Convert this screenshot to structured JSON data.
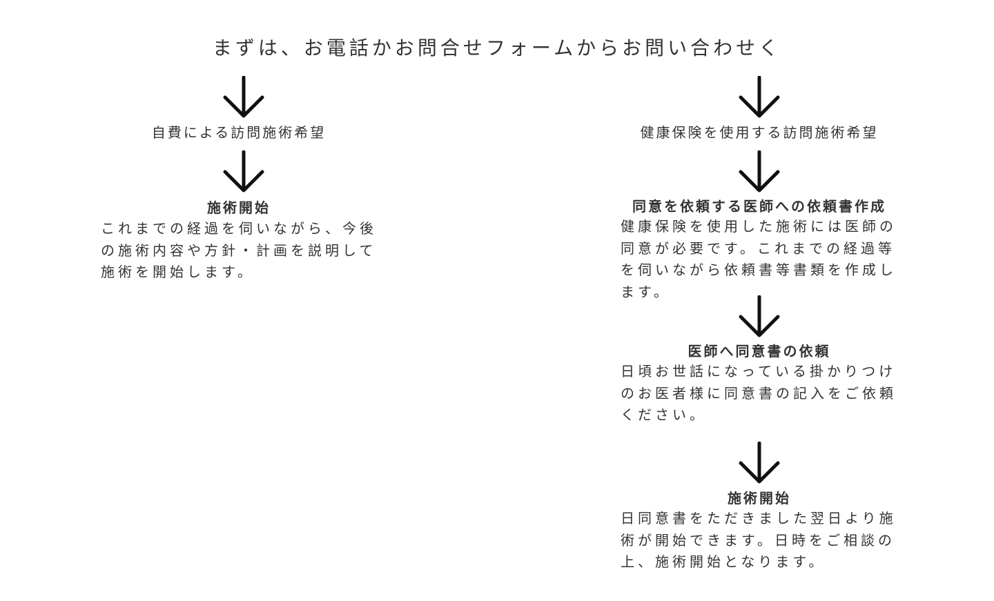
{
  "title": "まずは、お電話かお問合せフォームからお問い合わせく",
  "left": {
    "option_label": "自費による訪問施術希望",
    "start_heading": "施術開始",
    "start_description": "これまでの経過を伺いながら、今後の施術内容や方針・計画を説明して施術を開始します。"
  },
  "right": {
    "option_label": "健康保険を使用する訪問施術希望",
    "step1_heading": "同意を依頼する医師への依頼書作成",
    "step1_description": "健康保険を使用した施術には医師の同意が必要です。これまでの経過等を伺いながら依頼書等書類を作成します。",
    "step2_heading": "医師へ同意書の依頼",
    "step2_description": "日頃お世話になっている掛かりつけのお医者様に同意書の記入をご依頼ください。",
    "step3_heading": "施術開始",
    "step3_description": "日同意書をただきました翌日より施術が開始できます。日時をご相談の上、施術開始となります。"
  },
  "icons": {
    "arrow": "arrow-down-icon"
  },
  "colors": {
    "text": "#333333",
    "arrow": "#111111",
    "background": "#ffffff"
  }
}
